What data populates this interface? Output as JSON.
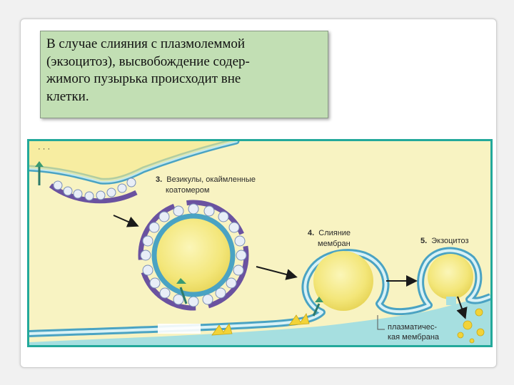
{
  "text_box": {
    "lines": [
      "В случае слияния с  плазмолеммой",
      "(экзоцитоз), высвобождение содер-",
      "жимого пузырька происходит вне",
      "клетки."
    ]
  },
  "diagram": {
    "step3": {
      "number": "3.",
      "line1": "Везикулы, окаймленные",
      "line2": "коатомером"
    },
    "step4": {
      "number": "4.",
      "line1": "Слияние",
      "line2": "мембран"
    },
    "step5": {
      "number": "5.",
      "label": "Экзоцитоз"
    },
    "membrane_label": {
      "line1": "плазматичес-",
      "line2": "кая мембрана"
    }
  },
  "colors": {
    "slide_background": "#f1f1f1",
    "text_box_fill": "#c2dfb4",
    "figure_border": "#23a99b",
    "extracellular": "#a6dfe0",
    "cytoplasm": "#f8f3c2",
    "vesicle_fill": "#f6ec86",
    "membrane": "#4aa3c3",
    "coat": "#6a52a0",
    "cargo": "#f2d338"
  }
}
